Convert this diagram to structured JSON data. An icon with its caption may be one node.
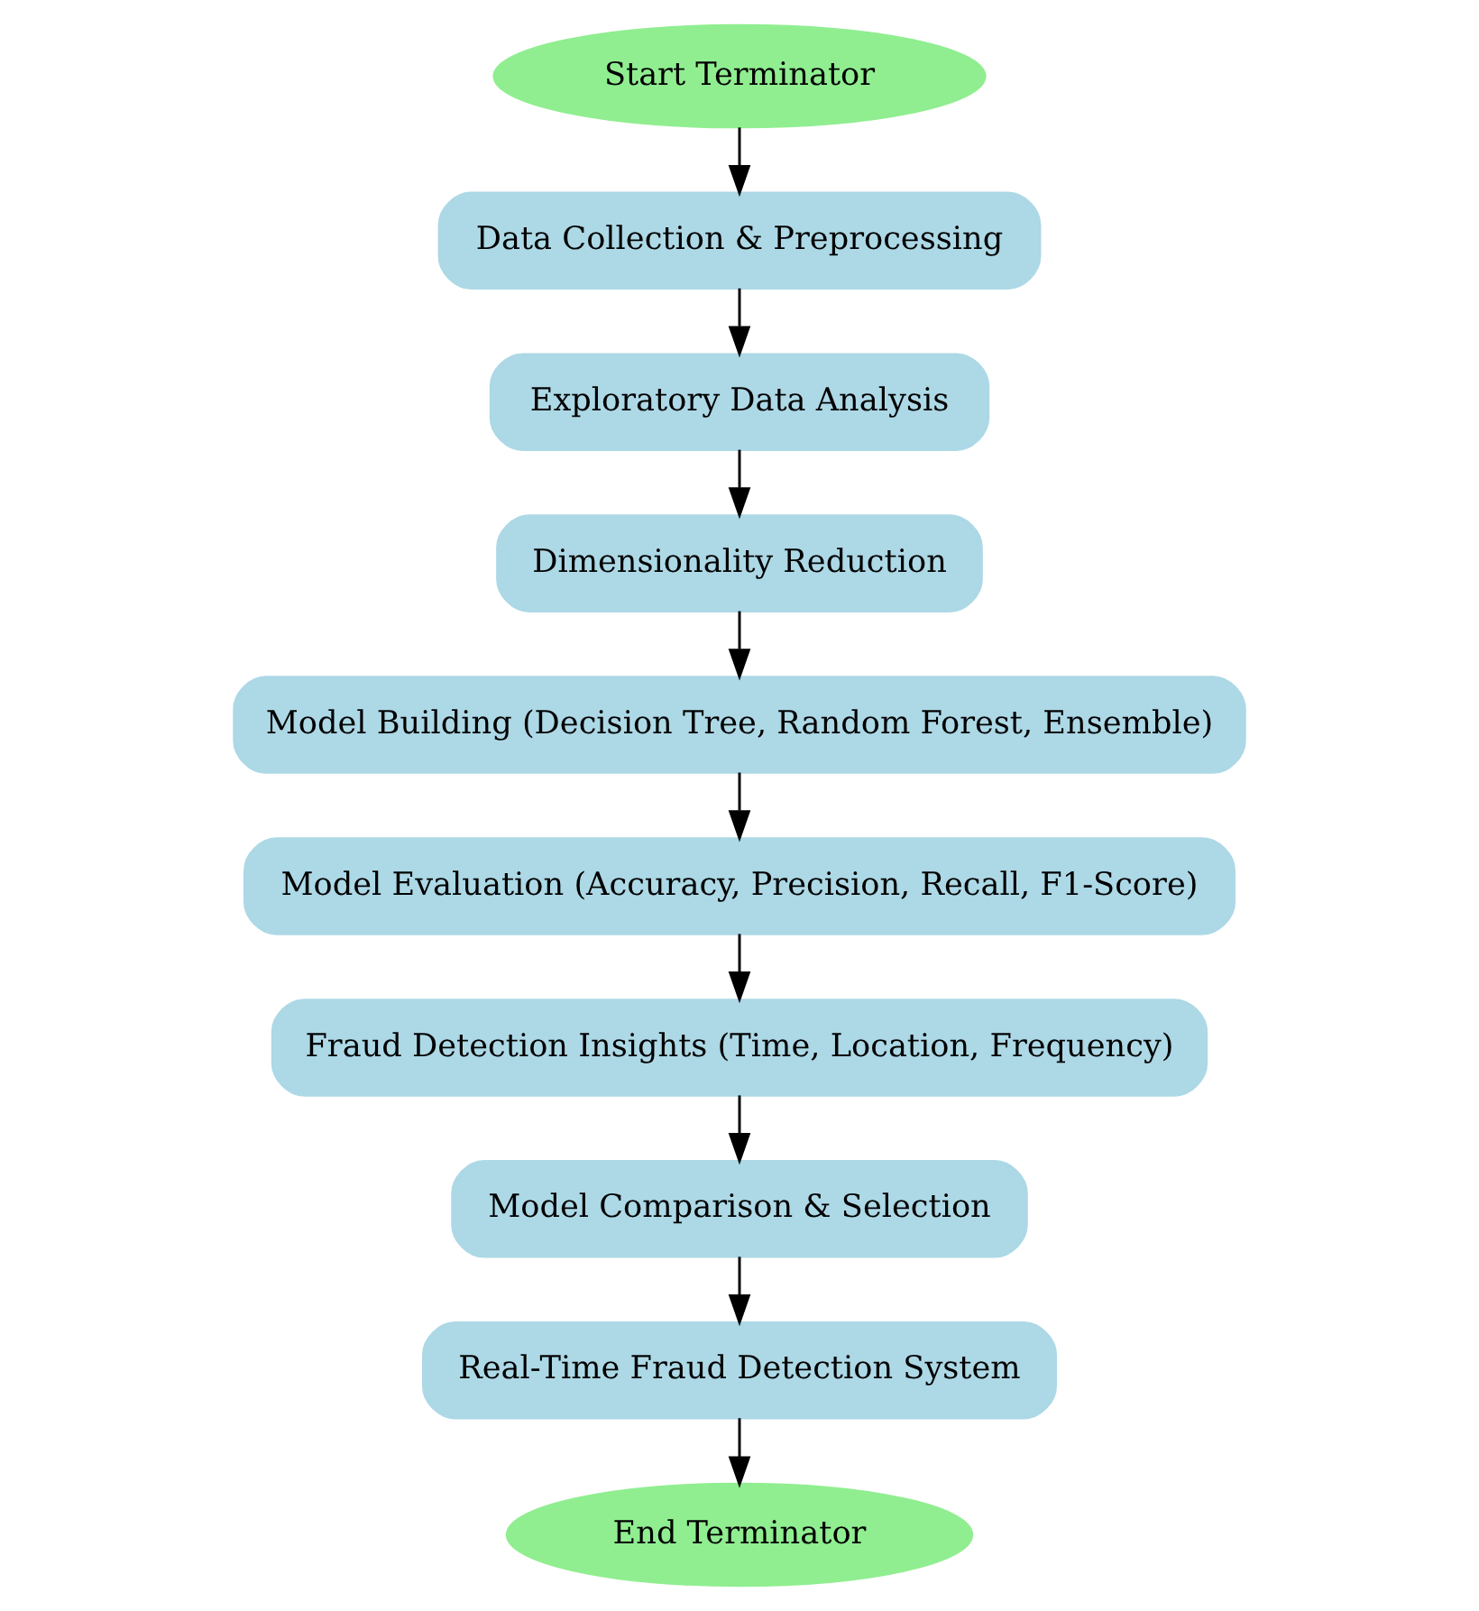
{
  "diagram": {
    "nodes": [
      {
        "text": [
          "Start Terminator"
        ]
      },
      {
        "text": [
          "Data Collection & Preprocessing"
        ]
      },
      {
        "text": [
          "Exploratory Data Analysis"
        ]
      },
      {
        "text": [
          "Dimensionality Reduction"
        ]
      },
      {
        "text": [
          "Model Building (Decision Tree, Random Forest, Ensemble)"
        ]
      },
      {
        "text": [
          "Model Evaluation (Accuracy, Precision, Recall, F1-Score)"
        ]
      },
      {
        "text": [
          "Fraud Detection Insights (Time, Location, Frequency)"
        ]
      },
      {
        "text": [
          "Model Comparison & Selection"
        ]
      },
      {
        "text": [
          "Real-Time Fraud Detection System"
        ]
      },
      {
        "text": [
          "End Terminator"
        ]
      }
    ],
    "edges": [
      {
        "from": 0,
        "to": 1,
        "arrow": "to"
      },
      {
        "from": 1,
        "to": 2,
        "arrow": "to"
      },
      {
        "from": 2,
        "to": 3,
        "arrow": "to"
      },
      {
        "from": 3,
        "to": 4,
        "arrow": "to"
      },
      {
        "from": 4,
        "to": 5,
        "arrow": "to"
      },
      {
        "from": 5,
        "to": 6,
        "arrow": "to"
      },
      {
        "from": 6,
        "to": 7,
        "arrow": "to"
      },
      {
        "from": 7,
        "to": 8,
        "arrow": "to"
      },
      {
        "from": 8,
        "to": 9,
        "arrow": "to"
      }
    ]
  }
}
